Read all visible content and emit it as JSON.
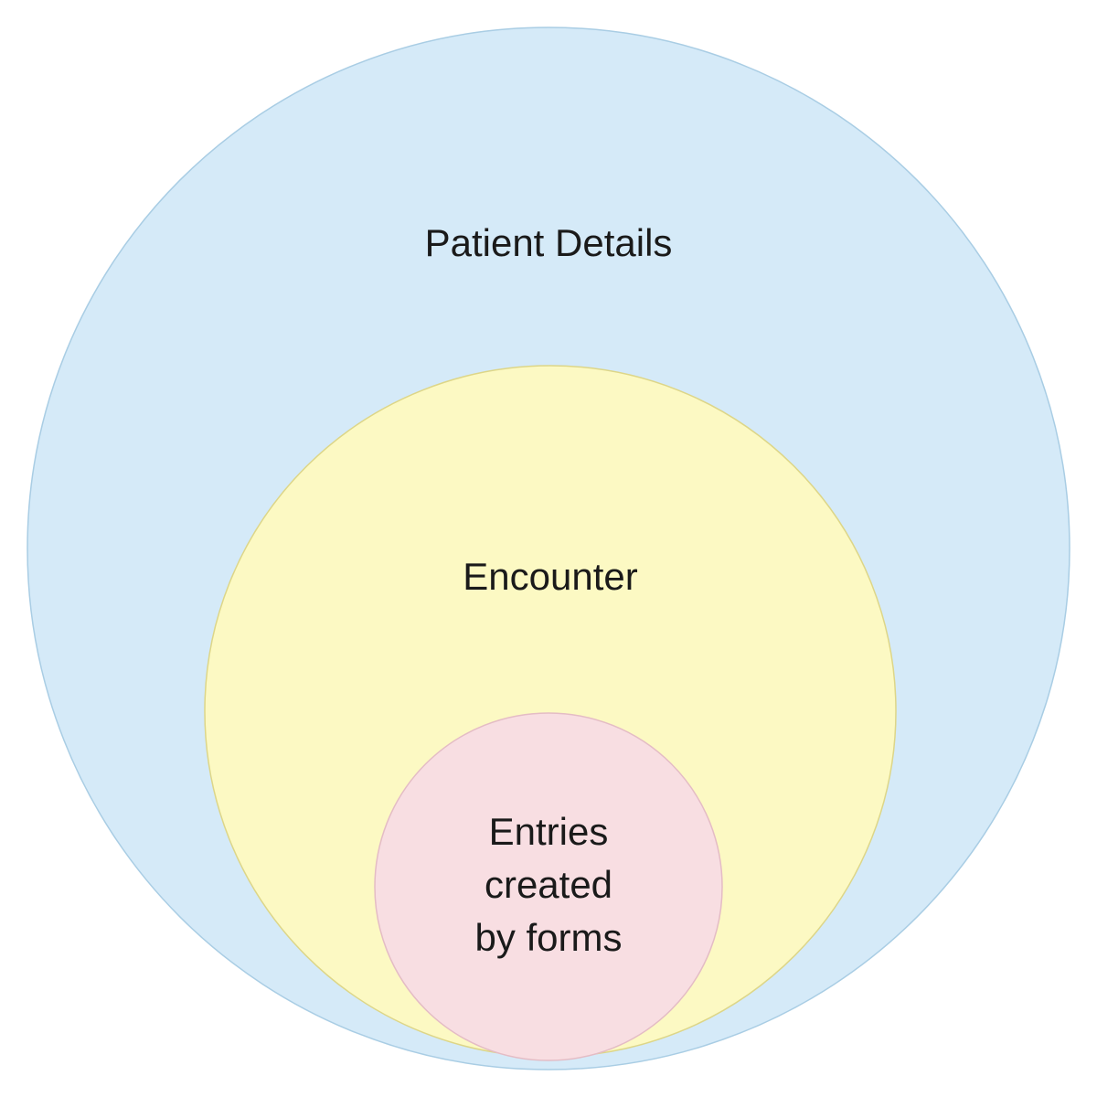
{
  "diagram": {
    "type": "nested-circles",
    "background": "#ffffff",
    "text_color": "#1a1a1a",
    "circles": {
      "outer": {
        "label": "Patient Details",
        "fill": "#d5eaf8",
        "stroke": "#a9cde4"
      },
      "middle": {
        "label": "Encounter",
        "fill": "#fcf9c3",
        "stroke": "#ddd688"
      },
      "inner": {
        "label_lines": {
          "0": "Entries",
          "1": "created",
          "2": "by forms"
        },
        "fill": "#f8dee2",
        "stroke": "#e4bcc5"
      }
    }
  }
}
